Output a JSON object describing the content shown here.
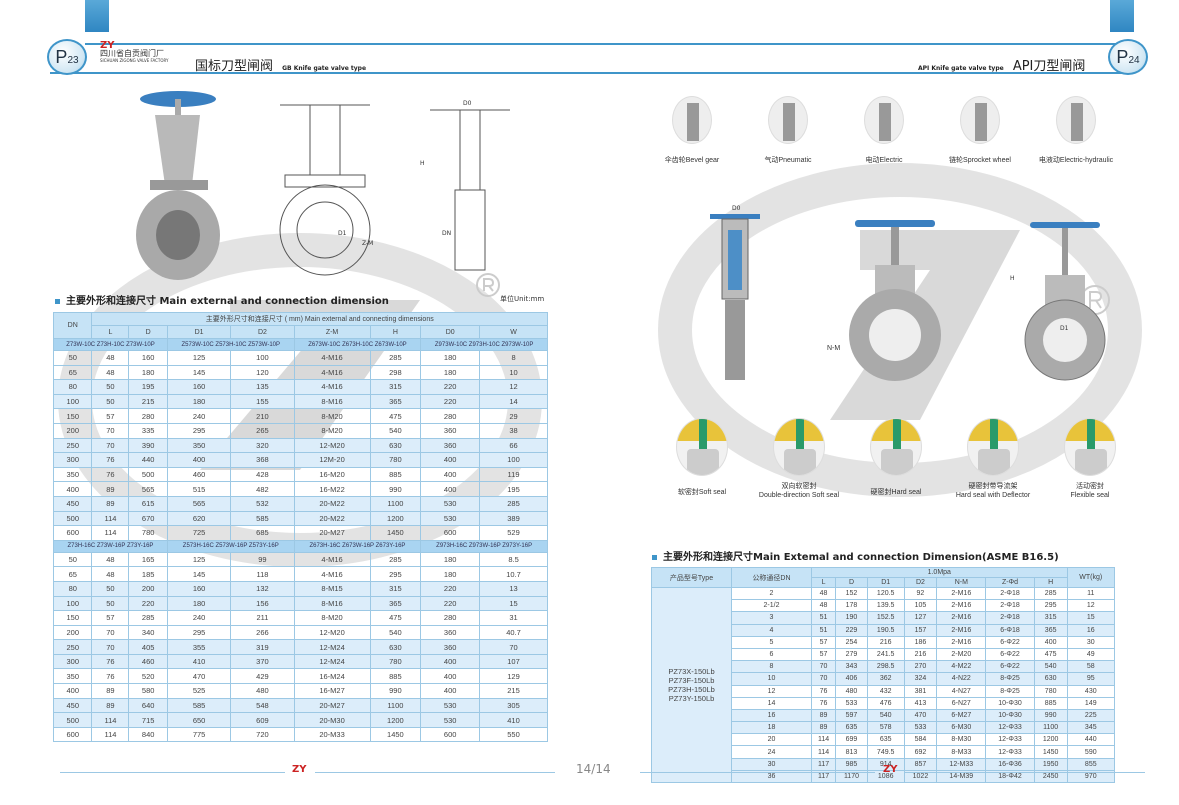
{
  "left_page": {
    "page_badge": {
      "p": "P",
      "num": "23"
    },
    "logo": {
      "cn": "四川省自贡阀门厂",
      "en": "SICHUAN ZIGONG VALVE FACTORY",
      "brand": "ZY"
    },
    "title_cn": "国标刀型闸阀",
    "title_en": "GB Knife gate valve type",
    "section_title": "主要外形和连接尺寸  Main external and connection dimension",
    "unit": "单位Unit:mm",
    "table": {
      "dn_header": "DN",
      "group_header": "主要外形尺寸和连接尺寸 ( mm) Main external and connecting dimensions",
      "columns": [
        "L",
        "D",
        "D1",
        "D2",
        "Z-M",
        "H",
        "D0",
        "W"
      ],
      "blocks": [
        {
          "models": [
            "Z73W-10C  Z73H-10C  Z73W-10P",
            "Z573W-10C  Z573H-10C  Z573W-10P",
            "Z673W-10C  Z673H-10C  Z673W-10P",
            "Z973W-10C  Z973H-10C  Z973W-10P"
          ],
          "rows": [
            [
              "50",
              "48",
              "160",
              "125",
              "100",
              "4-M16",
              "285",
              "180",
              "8"
            ],
            [
              "65",
              "48",
              "180",
              "145",
              "120",
              "4-M16",
              "298",
              "180",
              "10"
            ],
            [
              "80",
              "50",
              "195",
              "160",
              "135",
              "4-M16",
              "315",
              "220",
              "12"
            ],
            [
              "100",
              "50",
              "215",
              "180",
              "155",
              "8-M16",
              "365",
              "220",
              "14"
            ],
            [
              "150",
              "57",
              "280",
              "240",
              "210",
              "8-M20",
              "475",
              "280",
              "29"
            ],
            [
              "200",
              "70",
              "335",
              "295",
              "265",
              "8-M20",
              "540",
              "360",
              "38"
            ],
            [
              "250",
              "70",
              "390",
              "350",
              "320",
              "12-M20",
              "630",
              "360",
              "66"
            ],
            [
              "300",
              "76",
              "440",
              "400",
              "368",
              "12M-20",
              "780",
              "400",
              "100"
            ],
            [
              "350",
              "76",
              "500",
              "460",
              "428",
              "16-M20",
              "885",
              "400",
              "119"
            ],
            [
              "400",
              "89",
              "565",
              "515",
              "482",
              "16-M22",
              "990",
              "400",
              "195"
            ],
            [
              "450",
              "89",
              "615",
              "565",
              "532",
              "20-M22",
              "1100",
              "530",
              "285"
            ],
            [
              "500",
              "114",
              "670",
              "620",
              "585",
              "20-M22",
              "1200",
              "530",
              "389"
            ],
            [
              "600",
              "114",
              "780",
              "725",
              "685",
              "20-M27",
              "1450",
              "600",
              "529"
            ]
          ]
        },
        {
          "models": [
            "Z73H-16C  Z73W-16P  Z73Y-16P",
            "Z573H-16C   Z573W-16P  Z573Y-16P",
            "Z673H-16C   Z673W-16P  Z673Y-16P",
            "Z973H-16C  Z973W-16P  Z973Y-16P"
          ],
          "rows": [
            [
              "50",
              "48",
              "165",
              "125",
              "99",
              "4-M16",
              "285",
              "180",
              "8.5"
            ],
            [
              "65",
              "48",
              "185",
              "145",
              "118",
              "4-M16",
              "295",
              "180",
              "10.7"
            ],
            [
              "80",
              "50",
              "200",
              "160",
              "132",
              "8-M15",
              "315",
              "220",
              "13"
            ],
            [
              "100",
              "50",
              "220",
              "180",
              "156",
              "8-M16",
              "365",
              "220",
              "15"
            ],
            [
              "150",
              "57",
              "285",
              "240",
              "211",
              "8-M20",
              "475",
              "280",
              "31"
            ],
            [
              "200",
              "70",
              "340",
              "295",
              "266",
              "12-M20",
              "540",
              "360",
              "40.7"
            ],
            [
              "250",
              "70",
              "405",
              "355",
              "319",
              "12-M24",
              "630",
              "360",
              "70"
            ],
            [
              "300",
              "76",
              "460",
              "410",
              "370",
              "12-M24",
              "780",
              "400",
              "107"
            ],
            [
              "350",
              "76",
              "520",
              "470",
              "429",
              "16-M24",
              "885",
              "400",
              "129"
            ],
            [
              "400",
              "89",
              "580",
              "525",
              "480",
              "16-M27",
              "990",
              "400",
              "215"
            ],
            [
              "450",
              "89",
              "640",
              "585",
              "548",
              "20-M27",
              "1100",
              "530",
              "305"
            ],
            [
              "500",
              "114",
              "715",
              "650",
              "609",
              "20-M30",
              "1200",
              "530",
              "410"
            ],
            [
              "600",
              "114",
              "840",
              "775",
              "720",
              "20-M33",
              "1450",
              "600",
              "550"
            ]
          ]
        }
      ]
    },
    "drawing_labels": {
      "d0": "D0",
      "h": "H",
      "d1": "D1",
      "dn": "DN",
      "zm": "Z-M"
    }
  },
  "right_page": {
    "page_badge": {
      "p": "P",
      "num": "24"
    },
    "title_en": "API Knife gate valve type",
    "title_cn": "API刀型闸阀",
    "actuators": [
      "伞齿轮Bevel gear",
      "气动Pneumatic",
      "电动Electric",
      "链轮Sprocket wheel",
      "电液动Electric-hydraulic"
    ],
    "seals": [
      [
        "软密封Soft seal"
      ],
      [
        "双向软密封",
        "Double-direction Soft seal"
      ],
      [
        "硬密封Hard seal"
      ],
      [
        "硬密封带导流架",
        "Hard seal with Deflector"
      ],
      [
        "活动密封",
        "Flexible seal"
      ]
    ],
    "drawing_labels": {
      "d0": "D0",
      "h": "H",
      "d1": "D1",
      "nm": "N-M"
    },
    "section_title": "主要外形和连接尺寸Main Extemal and connection Dimension(ASME B16.5)",
    "table": {
      "type_header": "产品型号Type",
      "dn_header": "公称通径DN",
      "pressure": "1.0Mpa",
      "columns": [
        "L",
        "D",
        "D1",
        "D2",
        "N-M",
        "Z-Φd",
        "H"
      ],
      "wt_header": "WT(kg)",
      "types": [
        "PZ73X-150Lb",
        "PZ73F-150Lb",
        "PZ73H-150Lb",
        "PZ73Y-150Lb"
      ],
      "rows": [
        [
          "2",
          "48",
          "152",
          "120.5",
          "92",
          "2-M16",
          "2-Φ18",
          "285",
          "11"
        ],
        [
          "2-1/2",
          "48",
          "178",
          "139.5",
          "105",
          "2-M16",
          "2-Φ18",
          "295",
          "12"
        ],
        [
          "3",
          "51",
          "190",
          "152.5",
          "127",
          "2-M16",
          "2-Φ18",
          "315",
          "15"
        ],
        [
          "4",
          "51",
          "229",
          "190.5",
          "157",
          "2-M16",
          "6-Φ18",
          "365",
          "16"
        ],
        [
          "5",
          "57",
          "254",
          "216",
          "186",
          "2-M16",
          "6-Φ22",
          "400",
          "30"
        ],
        [
          "6",
          "57",
          "279",
          "241.5",
          "216",
          "2-M20",
          "6-Φ22",
          "475",
          "49"
        ],
        [
          "8",
          "70",
          "343",
          "298.5",
          "270",
          "4-M22",
          "6-Φ22",
          "540",
          "58"
        ],
        [
          "10",
          "70",
          "406",
          "362",
          "324",
          "4-N22",
          "8-Φ25",
          "630",
          "95"
        ],
        [
          "12",
          "76",
          "480",
          "432",
          "381",
          "4-N27",
          "8-Φ25",
          "780",
          "430"
        ],
        [
          "14",
          "76",
          "533",
          "476",
          "413",
          "6-N27",
          "10-Φ30",
          "885",
          "149"
        ],
        [
          "16",
          "89",
          "597",
          "540",
          "470",
          "6-M27",
          "10-Φ30",
          "990",
          "225"
        ],
        [
          "18",
          "89",
          "635",
          "578",
          "533",
          "6-M30",
          "12-Φ33",
          "1100",
          "345"
        ],
        [
          "20",
          "114",
          "699",
          "635",
          "584",
          "8-M30",
          "12-Φ33",
          "1200",
          "440"
        ],
        [
          "24",
          "114",
          "813",
          "749.5",
          "692",
          "8-M33",
          "12-Φ33",
          "1450",
          "590"
        ],
        [
          "30",
          "117",
          "985",
          "914",
          "857",
          "12-M33",
          "16-Φ36",
          "1950",
          "855"
        ],
        [
          "36",
          "117",
          "1170",
          "1086",
          "1022",
          "14-M39",
          "18-Φ42",
          "2450",
          "970"
        ]
      ]
    }
  },
  "pager": "14/14",
  "colors": {
    "accent": "#3f95c9",
    "header_fill": "#c6e3f6",
    "alt_row": "#dcedfa",
    "handwheel": "#3a7fc0"
  }
}
